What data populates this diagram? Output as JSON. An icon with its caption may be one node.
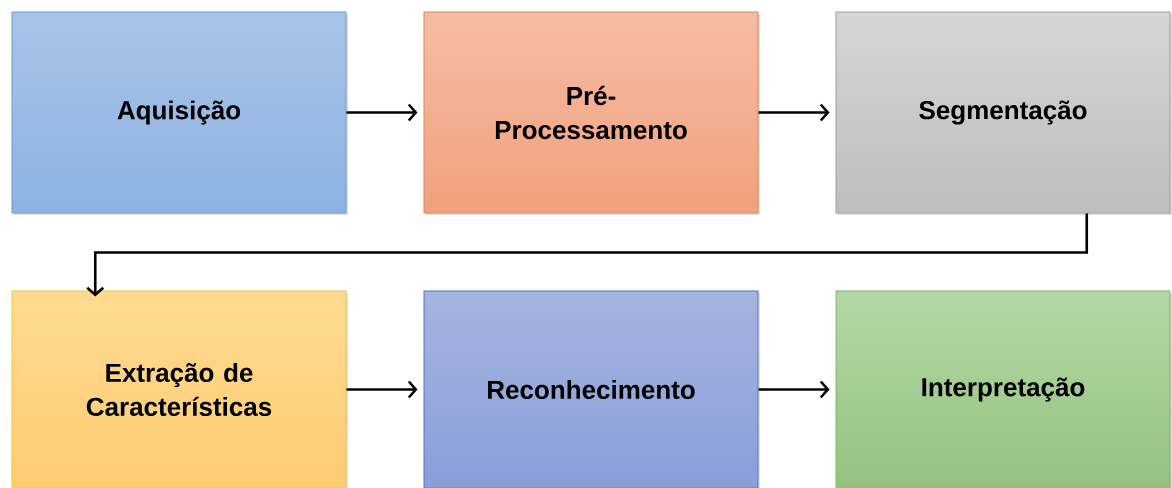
{
  "diagram": {
    "nodes": [
      {
        "text": [
          "Aquisição"
        ]
      },
      {
        "text": [
          "Pré-Processamento"
        ]
      },
      {
        "text": [
          "Segmentação"
        ]
      },
      {
        "text": [
          "Extração de Características"
        ]
      },
      {
        "text": [
          "Reconhecimento"
        ]
      },
      {
        "text": [
          "Interpretação"
        ]
      }
    ],
    "edges": [
      {
        "from": 0,
        "to": 1,
        "arrow": "to"
      },
      {
        "from": 1,
        "to": 2,
        "arrow": "to"
      },
      {
        "from": 2,
        "to": 3,
        "arrow": "to"
      },
      {
        "from": 3,
        "to": 4,
        "arrow": "to"
      },
      {
        "from": 4,
        "to": 5,
        "arrow": "to"
      }
    ]
  }
}
